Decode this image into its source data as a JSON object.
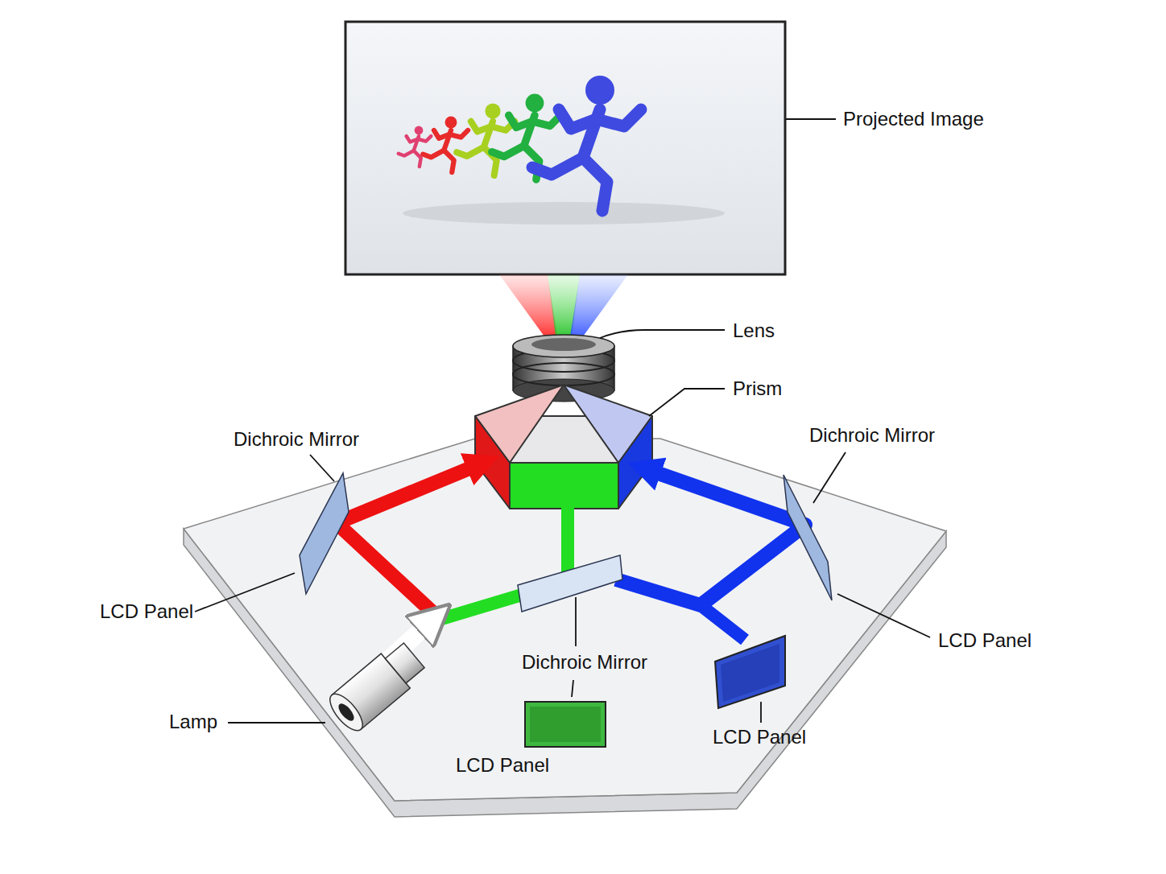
{
  "diagram": {
    "labels": [
      "Projected Image",
      "Lens",
      "Prism",
      "Dichroic Mirror",
      "Dichroic Mirror",
      "LCD Panel",
      "LCD Panel",
      "Dichroic Mirror",
      "Lamp",
      "LCD Panel",
      "LCD Panel"
    ]
  }
}
